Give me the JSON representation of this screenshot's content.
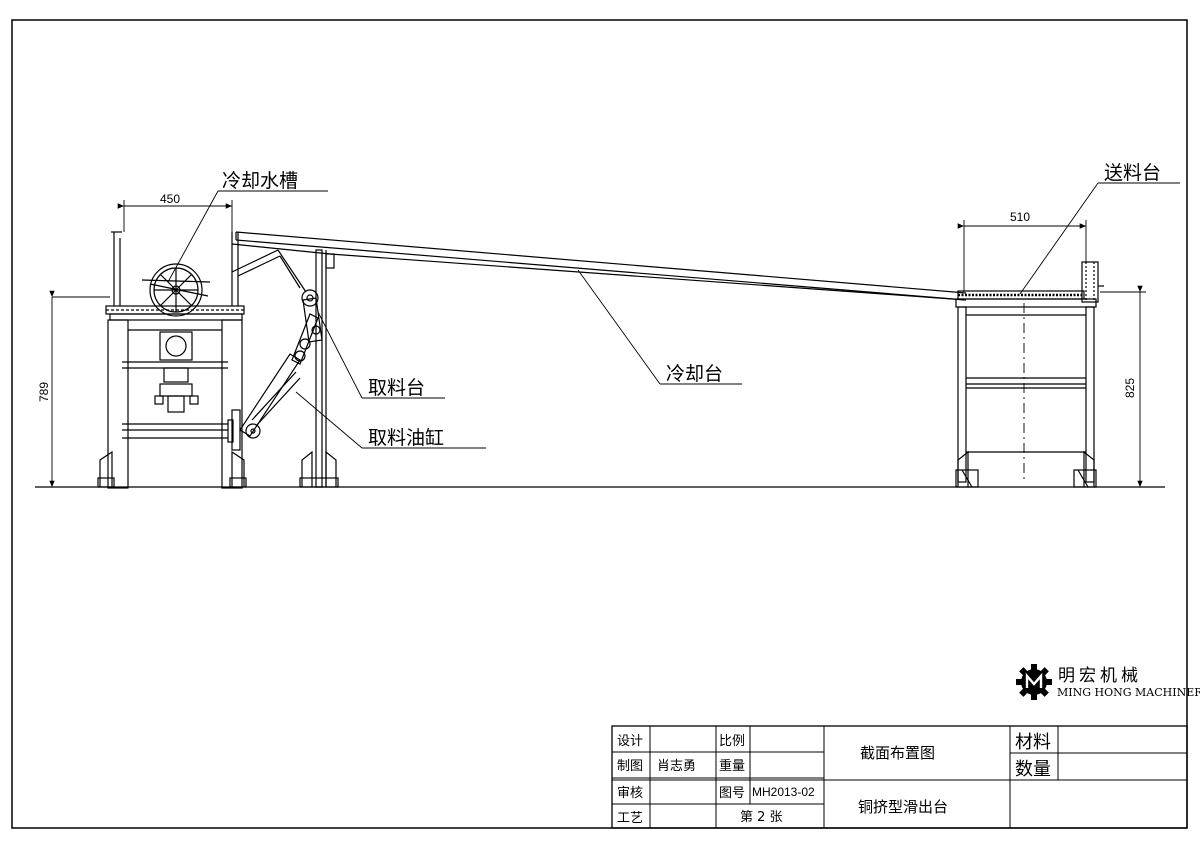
{
  "labels": {
    "cooling_tank": "冷却水槽",
    "feed_table": "送料台",
    "take_table": "取料台",
    "cooling_table": "冷却台",
    "take_cylinder": "取料油缸"
  },
  "dimensions": {
    "left_width": "450",
    "right_width": "510",
    "left_height": "789",
    "right_height": "825"
  },
  "logo": {
    "chinese": "明宏机械",
    "english": "MING HONG MACHINERY"
  },
  "title_block": {
    "design_label": "设计",
    "design_value": "",
    "draw_label": "制图",
    "draw_value": "肖志勇",
    "check_label": "审核",
    "check_value": "",
    "process_label": "工艺",
    "process_value": "",
    "scale_label": "比例",
    "scale_value": "",
    "weight_label": "重量",
    "weight_value": "",
    "drawing_no_label": "图号",
    "drawing_no_value": "MH2013-02",
    "sheet": "第 2 张",
    "drawing_title": "截面布置图",
    "product_name": "铜挤型滑出台",
    "material_label": "材料",
    "material_value": "",
    "quantity_label": "数量",
    "quantity_value": ""
  }
}
